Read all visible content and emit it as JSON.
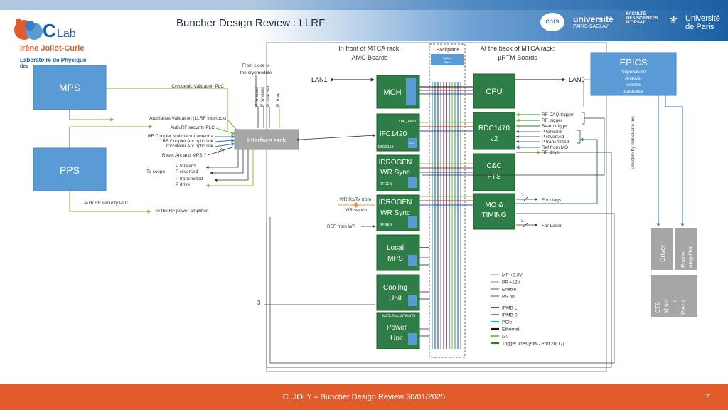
{
  "slide": {
    "title": "Buncher Design Review : LLRF",
    "footer": "C. JOLY – Buncher Design Review 30/01/2025",
    "page_number": "7"
  },
  "logo": {
    "letters": "IJCLab",
    "subtitle": "Irène Joliot-Curie",
    "lab_line1": "Laboratoire de Physique",
    "lab_line2": "des"
  },
  "partners": {
    "cnrs": "cnrs",
    "ups_line1": "université",
    "ups_line2": "PARIS-SACLAY",
    "fac_line1": "FACULTÉ",
    "fac_line2": "DES SCIENCES",
    "fac_line3": "D'ORSAY",
    "up_line1": "Université",
    "up_line2": "de Paris"
  },
  "colors": {
    "header_blue": "#1b5fa3",
    "footer_orange": "#e25c2b",
    "box_blue": "#5b9bd5",
    "box_green": "#2e7d46",
    "grey": "#a6a6a6"
  },
  "headings": {
    "front": [
      "In front of MTCA rack:",
      "AMC Boards"
    ],
    "back": [
      "At the back of MTCA rack:",
      "µRTM Boards"
    ],
    "backplane": "Backplane",
    "backplane_box": [
      "Optical",
      "PBC"
    ],
    "lan1": "LAN1",
    "lan0": "LAN0"
  },
  "blocks": {
    "mps": "MPS",
    "pps": "PPS",
    "interface_rack": "Interface rack",
    "epics_title": "EPICS",
    "epics_lines": [
      "Supervision",
      "Archiver",
      "Alarms",
      "database"
    ],
    "driver": "Driver",
    "power_amp": [
      "Power",
      "amplifier"
    ],
    "cts": [
      "CTS",
      "Motor",
      "+",
      "Piezo"
    ]
  },
  "amc": {
    "mch": "MCH",
    "ifc_line1": "IFC1420",
    "ifc_tag1": "DAQ1430",
    "ifc_tag2": "DIO3118",
    "idro1": [
      "IDROGEN",
      "WR Sync"
    ],
    "idro2": [
      "IDROGEN",
      "WR Sync"
    ],
    "rfgen": "RFGEN",
    "local_mps": [
      "Local",
      "MPS"
    ],
    "cooling": [
      "Cooling",
      "Unit"
    ],
    "nat_pm": "NAT-PM-AC600D",
    "power_unit": [
      "Power",
      "Unit"
    ],
    "mmc": "MMC"
  },
  "rtm": {
    "cpu": "CPU",
    "rdc": [
      "RDC1470",
      "v2"
    ],
    "cc": [
      "C&C",
      "FTS"
    ],
    "mo": [
      "MO &",
      "TIMING"
    ]
  },
  "left_labels": {
    "from_close": [
      "From close to",
      "the cryomodule"
    ],
    "cryo_plc": "Cryogenic Validation PLC",
    "aux_valid": "Auxiliaries Validation (LLRF Interlock)",
    "auth_plc1": "Auth.RF security PLC",
    "rf_mult": "RF Coupler Multipactor antenna",
    "rf_arc": "RF Coupler Arc optic link",
    "circ_arc": "Circulator Arc optic link",
    "reset_arc": "Reset Arc and MPS ?",
    "two": "2",
    "to_scope": "To scope",
    "p_forward": "P forward",
    "p_reversed": "P reversed",
    "p_transmitted": "P transmitted",
    "p_drive": "P drive",
    "auth_plc2": "Auth.RF security PLC",
    "to_rf_amp": "To the RF power amplifier",
    "wr_rxtx": "WR Rx/Tx from",
    "wr_switch": "WR switch",
    "ref_from_wr": "REF from WR",
    "three": "3",
    "vert_pf1": "P forward",
    "vert_pf2": "P forward",
    "vert_pr": "P reversed",
    "vert_pd": "P drive"
  },
  "right_labels": {
    "rf_daq": "RF DAQ trigger",
    "rf_trig": "RF trigger",
    "beam_trig": "Beam trigger",
    "p_forward": "P forward",
    "p_reversed": "P reversed",
    "p_transmitted": "P transmitted",
    "ref_mo": "Ref from MO",
    "rf_drive": "RF drive",
    "q": "?",
    "for_diags": "For diags",
    "three": "3",
    "for_laser": "For Laser",
    "useable": "Useable by backplane too"
  },
  "legend": [
    {
      "label": "MP +3.3V",
      "color": "#8c8c8c"
    },
    {
      "label": "PP +12V",
      "color": "#8c8c8c"
    },
    {
      "label": "Enable",
      "color": "#b0324a"
    },
    {
      "label": "PS on",
      "color": "#3b4ea8"
    },
    {
      "label": "IPMB-L",
      "color": "#2e6db4"
    },
    {
      "label": "IPMB-0",
      "color": "#8c8c8c"
    },
    {
      "label": "PCIe",
      "color": "#2fa7c9"
    },
    {
      "label": "Ethernet",
      "color": "#111111"
    },
    {
      "label": "I2C",
      "color": "#8bc34a"
    },
    {
      "label": "Trigger lines [AMC Port 20-17]",
      "color": "#2e7d32"
    }
  ]
}
